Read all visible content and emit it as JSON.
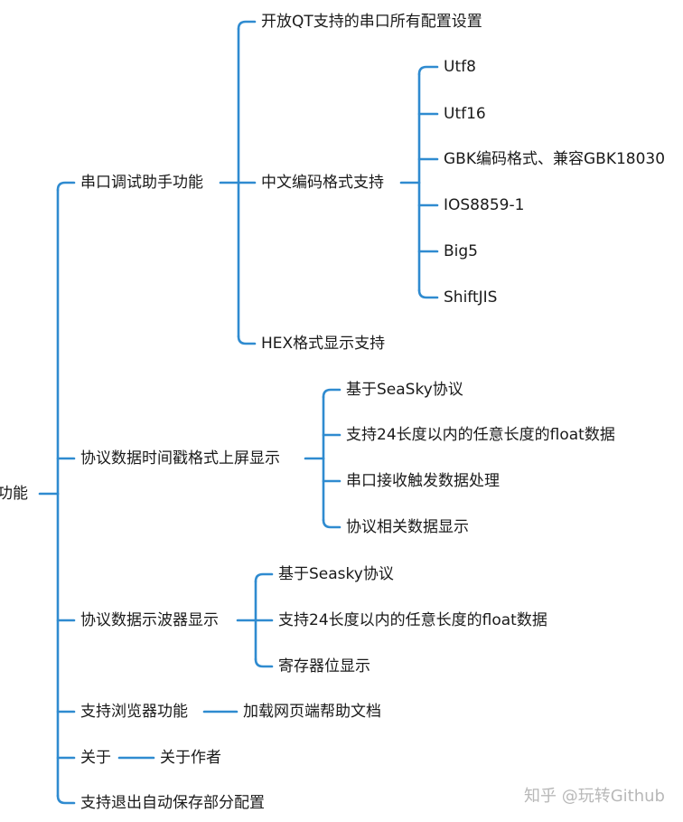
{
  "mindmap": {
    "colors": {
      "line": "#2f8bd0",
      "text": "#1a1a1a"
    },
    "root": {
      "label": "功能"
    },
    "branches": [
      {
        "label": "串口调试助手功能",
        "children": [
          {
            "label": "开放QT支持的串口所有配置设置"
          },
          {
            "label": "中文编码格式支持",
            "children": [
              {
                "label": "Utf8"
              },
              {
                "label": "Utf16"
              },
              {
                "label": "GBK编码格式、兼容GBK18030"
              },
              {
                "label": "IOS8859-1"
              },
              {
                "label": "Big5"
              },
              {
                "label": "ShiftJIS"
              }
            ]
          },
          {
            "label": "HEX格式显示支持"
          }
        ]
      },
      {
        "label": "协议数据时间戳格式上屏显示",
        "children": [
          {
            "label": "基于SeaSky协议"
          },
          {
            "label": "支持24长度以内的任意长度的float数据"
          },
          {
            "label": "串口接收触发数据处理"
          },
          {
            "label": "协议相关数据显示"
          }
        ]
      },
      {
        "label": "协议数据示波器显示",
        "children": [
          {
            "label": "基于Seasky协议"
          },
          {
            "label": "支持24长度以内的任意长度的float数据"
          },
          {
            "label": "寄存器位显示"
          }
        ]
      },
      {
        "label": "支持浏览器功能",
        "children": [
          {
            "label": "加载网页端帮助文档"
          }
        ]
      },
      {
        "label": "关于",
        "children": [
          {
            "label": "关于作者"
          }
        ]
      },
      {
        "label": "支持退出自动保存部分配置"
      }
    ]
  },
  "watermark": "知乎 @玩转Github"
}
